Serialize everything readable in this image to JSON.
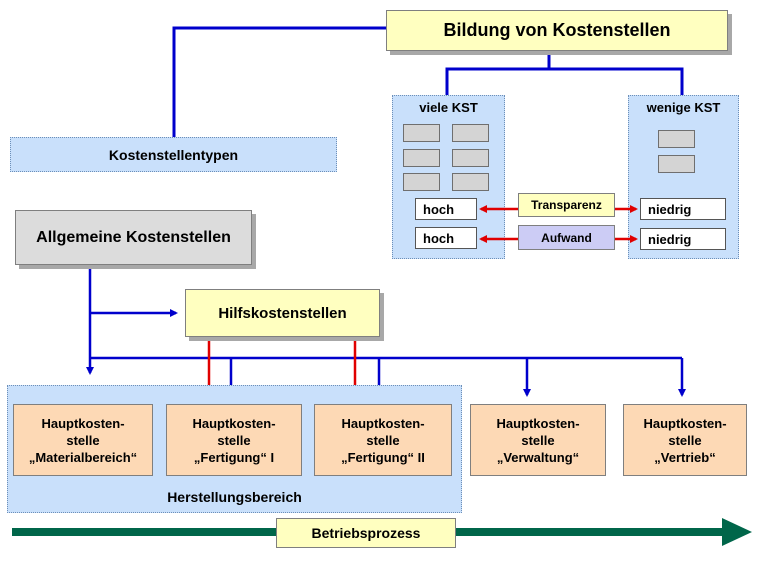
{
  "title": "Bildung von Kostenstellen",
  "kostenstellentypen": "Kostenstellentypen",
  "allgemeine": "Allgemeine Kostenstellen",
  "hilfs": "Hilfskostenstellen",
  "viele": {
    "header": "viele KST",
    "transparenz": "hoch",
    "aufwand": "hoch"
  },
  "wenige": {
    "header": "wenige KST",
    "transparenz": "niedrig",
    "aufwand": "niedrig"
  },
  "criteria": {
    "transparenz": "Transparenz",
    "aufwand": "Aufwand"
  },
  "haupt": [
    {
      "line1": "Hauptkosten-",
      "line2": "stelle",
      "line3": "„Materialbereich“"
    },
    {
      "line1": "Hauptkosten-",
      "line2": "stelle",
      "line3": "„Fertigung“ I"
    },
    {
      "line1": "Hauptkosten-",
      "line2": "stelle",
      "line3": "„Fertigung“ II"
    },
    {
      "line1": "Hauptkosten-",
      "line2": "stelle",
      "line3": "„Verwaltung“"
    },
    {
      "line1": "Hauptkosten-",
      "line2": "stelle",
      "line3": "„Vertrieb“"
    }
  ],
  "herstellung": "Herstellungsbereich",
  "prozess": "Betriebsprozess",
  "colors": {
    "connector": "#0000cc",
    "red_arrow": "#e00000",
    "process_arrow": "#00664a"
  }
}
